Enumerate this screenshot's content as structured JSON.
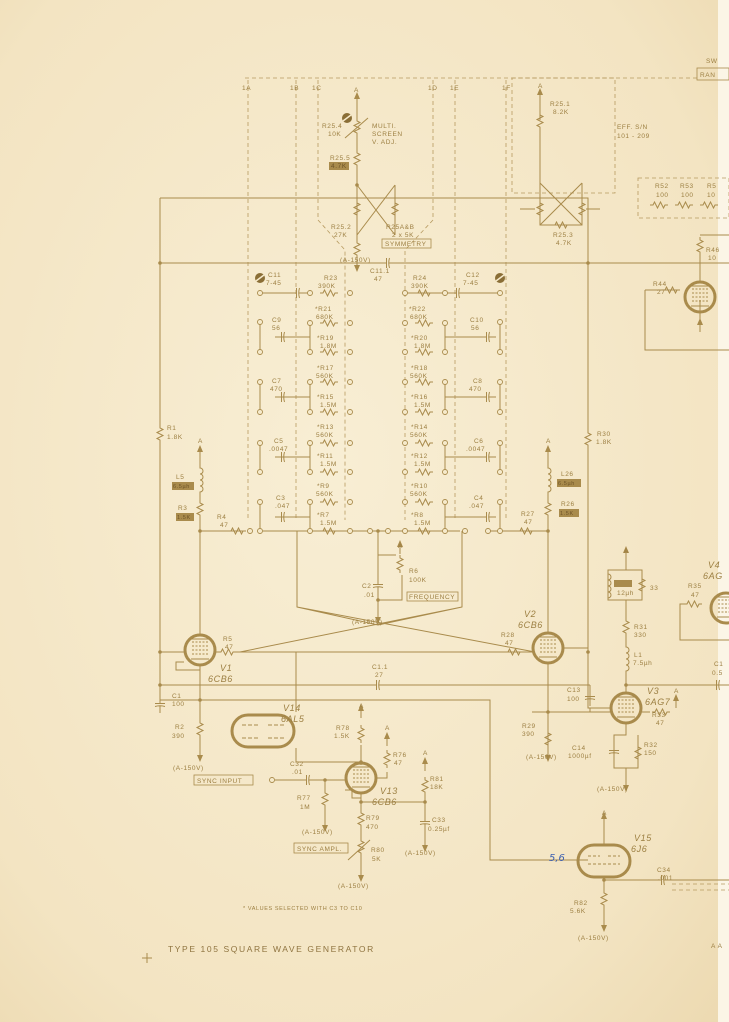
{
  "title": "TYPE 105 SQUARE WAVE GENERATOR",
  "footnote": "* VALUES SELECTED WITH C3 TO C10",
  "handwritten_note": "5,6",
  "supply": "A",
  "neg_supply": "(A-150V)",
  "switch": {
    "label": "SW",
    "box": "RAN",
    "positions": [
      "1A",
      "1B",
      "1C",
      "1D",
      "1E",
      "1F"
    ]
  },
  "eff_note": [
    "EFF. S/N",
    "101 - 209"
  ],
  "corner_text": "A A",
  "controls": {
    "multi_screen": [
      "MULTI.",
      "SCREEN",
      "V. ADJ."
    ],
    "symmetry": "SYMMETRY",
    "frequency": "FREQUENCY",
    "sync_input": "SYNC INPUT",
    "sync_ampl": "SYNC AMPL."
  },
  "c": {
    "r25_4": {
      "ref": "R25.4",
      "val": "10K"
    },
    "r25_5": {
      "ref": "R25.5",
      "val": "4.7K"
    },
    "r25_2": {
      "ref": "R25.2",
      "val": "27K"
    },
    "r25ab": {
      "ref": "R25A&B",
      "val": "2 x 5K"
    },
    "r25_1": {
      "ref": "R25.1",
      "val": "8.2K"
    },
    "r25_3": {
      "ref": "R25.3",
      "val": "4.7K"
    },
    "r52": {
      "ref": "R52",
      "val": "100"
    },
    "r53": {
      "ref": "R53",
      "val": "100"
    },
    "r5x": {
      "ref": "R5",
      "val": "10"
    },
    "r46": {
      "ref": "R46",
      "val": "10"
    },
    "r44": {
      "ref": "R44",
      "val": "27"
    },
    "c11": {
      "ref": "C11",
      "val": "7-45"
    },
    "c12": {
      "ref": "C12",
      "val": "7-45"
    },
    "c11_1": {
      "ref": "C11.1",
      "val": "47"
    },
    "r23": {
      "ref": "R23",
      "val": "390K"
    },
    "r24": {
      "ref": "R24",
      "val": "390K"
    },
    "r21": {
      "ref": "*R21",
      "val": "680K"
    },
    "r22": {
      "ref": "*R22",
      "val": "680K"
    },
    "r19": {
      "ref": "*R19",
      "val": "1.8M"
    },
    "r20": {
      "ref": "*R20",
      "val": "1.8M"
    },
    "r17": {
      "ref": "*R17",
      "val": "560K"
    },
    "r18": {
      "ref": "*R18",
      "val": "560K"
    },
    "r15": {
      "ref": "*R15",
      "val": "1.5M"
    },
    "r16": {
      "ref": "*R16",
      "val": "1.5M"
    },
    "r13": {
      "ref": "*R13",
      "val": "560K"
    },
    "r14": {
      "ref": "*R14",
      "val": "560K"
    },
    "r11": {
      "ref": "*R11",
      "val": "1.5M"
    },
    "r12": {
      "ref": "*R12",
      "val": "1.5M"
    },
    "r9": {
      "ref": "*R9",
      "val": "560K"
    },
    "r10": {
      "ref": "*R10",
      "val": "560K"
    },
    "r7": {
      "ref": "*R7",
      "val": "1.5M"
    },
    "r8": {
      "ref": "*R8",
      "val": "1.5M"
    },
    "c9": {
      "ref": "C9",
      "val": "56"
    },
    "c10": {
      "ref": "C10",
      "val": "56"
    },
    "c7": {
      "ref": "C7",
      "val": "470"
    },
    "c8": {
      "ref": "C8",
      "val": "470"
    },
    "c5": {
      "ref": "C5",
      "val": ".0047"
    },
    "c6": {
      "ref": "C6",
      "val": ".0047"
    },
    "c3": {
      "ref": "C3",
      "val": ".047"
    },
    "c4": {
      "ref": "C4",
      "val": ".047"
    },
    "r6": {
      "ref": "R6",
      "val": "100K"
    },
    "c2": {
      "ref": "C2",
      "val": ".01"
    },
    "r1": {
      "ref": "R1",
      "val": "1.8K"
    },
    "l5": {
      "ref": "L5",
      "val": "6.5µh"
    },
    "r3": {
      "ref": "R3",
      "val": "1.5K"
    },
    "r4": {
      "ref": "R4",
      "val": "47"
    },
    "r30": {
      "ref": "R30",
      "val": "1.8K"
    },
    "l26": {
      "ref": "L26",
      "val": "6.5µh"
    },
    "r26": {
      "ref": "R26",
      "val": "1.5K"
    },
    "r27": {
      "ref": "R27",
      "val": "47"
    },
    "v1": {
      "ref": "V1",
      "val": "6CB6"
    },
    "v2": {
      "ref": "V2",
      "val": "6CB6"
    },
    "r5": {
      "ref": "R5",
      "val": "47"
    },
    "r28": {
      "ref": "R28",
      "val": "47"
    },
    "c1_1": {
      "ref": "C1.1",
      "val": "27"
    },
    "c1": {
      "ref": "C1",
      "val": "100"
    },
    "r2": {
      "ref": "R2",
      "val": "390"
    },
    "v14": {
      "ref": "V14",
      "val": "6AL5"
    },
    "r78": {
      "ref": "R78",
      "val": "1.5K"
    },
    "r76": {
      "ref": "R76",
      "val": "47"
    },
    "r81": {
      "ref": "R81",
      "val": "18K"
    },
    "c32": {
      "ref": "C32",
      "val": ".01"
    },
    "r77": {
      "ref": "R77",
      "val": "1M"
    },
    "v13": {
      "ref": "V13",
      "val": "6CB6"
    },
    "r79": {
      "ref": "R79",
      "val": "470"
    },
    "c33": {
      "ref": "C33",
      "val": "0.25µf"
    },
    "r80": {
      "ref": "R80",
      "val": "5K"
    },
    "l_par": {
      "ref": "33",
      "val": "12µh"
    },
    "r31": {
      "ref": "R31",
      "val": "330"
    },
    "l1": {
      "ref": "L1",
      "val": "7.5µh"
    },
    "v3": {
      "ref": "V3",
      "val": "6AG7"
    },
    "r33": {
      "ref": "R33",
      "val": "47"
    },
    "c13": {
      "ref": "C13",
      "val": "100"
    },
    "r29": {
      "ref": "R29",
      "val": "390"
    },
    "c14": {
      "ref": "C14",
      "val": "1000µf"
    },
    "r32": {
      "ref": "R32",
      "val": "150"
    },
    "v4": {
      "ref": "V4",
      "val": "6AG"
    },
    "r35": {
      "ref": "R35",
      "val": "47"
    },
    "c_out": {
      "ref": "C1",
      "val": "0.5"
    },
    "v15": {
      "ref": "V15",
      "val": "6J6"
    },
    "c34": {
      "ref": "C34",
      "val": ".001"
    },
    "r82": {
      "ref": "R82",
      "val": "5.6K"
    }
  }
}
